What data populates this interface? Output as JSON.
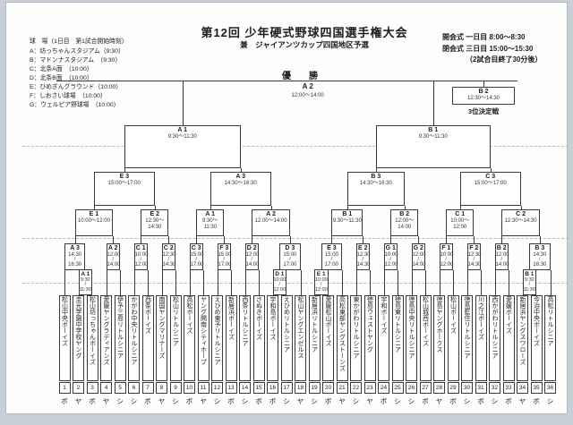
{
  "page": {
    "title": "第12回 少年硬式野球四国選手権大会",
    "subtitle": "兼　ジャイアンツカップ四国地区予選",
    "champion_label": "優　　勝"
  },
  "ceremony": {
    "lines": [
      "開会式 一日目 8:00～8:30",
      "閉会式 三日目 15:00～15:30",
      "（2試合目終了30分後）"
    ]
  },
  "venues": {
    "header": "球　場（1日目　第1試合開始時刻）",
    "items": [
      "A：坊っちゃんスタジアム（9:30）",
      "B：マドンナスタジアム　（9:30）",
      "C：北条A面　（10:00）",
      "D：北条B面　（10:00）",
      "E：ひめぎんグラウンド（10:00）",
      "F：しおさい球場　（10:00）",
      "G：ウェルピア野球場　（10:00）"
    ]
  },
  "final": {
    "label": "A 2",
    "time": "12:00～14:00"
  },
  "third_place": {
    "label": "B 2",
    "time": "12:30～14:30",
    "caption": "3位決定戦"
  },
  "day3": [
    {
      "label": "A 1",
      "time": "9:30～11:30",
      "children": [
        0,
        1
      ]
    },
    {
      "label": "B 1",
      "time": "9:30～11:30",
      "children": [
        2,
        3
      ]
    }
  ],
  "semifinals_day2": [
    {
      "label": "E 3",
      "time": "15:00～17:00",
      "children": [
        0,
        1
      ]
    },
    {
      "label": "A 3",
      "time": "14:30～16:30",
      "children": [
        2,
        3
      ]
    },
    {
      "label": "B 3",
      "time": "14:30～16:30",
      "children": [
        4,
        5
      ]
    },
    {
      "label": "C 3",
      "time": "15:00～17:00",
      "children": [
        6,
        7
      ]
    }
  ],
  "quarterfinals_day2": [
    {
      "label": "E 1",
      "time": "10:00～12:00",
      "children": [
        0,
        1
      ]
    },
    {
      "label": "E 2",
      "time": "12:30～14:30",
      "children": [
        2,
        3
      ]
    },
    {
      "label": "A 1",
      "time": "9:30～11:30",
      "children": [
        4,
        5
      ]
    },
    {
      "label": "A 2",
      "time": "12:00～14:00",
      "children": [
        6,
        7
      ]
    },
    {
      "label": "B 1",
      "time": "9:30～11:30",
      "children": [
        8,
        9
      ]
    },
    {
      "label": "B 2",
      "time": "12:00～14:00",
      "children": [
        10,
        11
      ]
    },
    {
      "label": "C 1",
      "time": "10:00～12:00",
      "children": [
        12,
        13
      ]
    },
    {
      "label": "C 2",
      "time": "12:30～14:30",
      "children": [
        14,
        15
      ]
    }
  ],
  "round1_day1": [
    {
      "label": "A 3",
      "start": "14:30",
      "end": "16:30",
      "left": {
        "team": 1
      },
      "right": {
        "prelim": 0
      }
    },
    {
      "label": "A 2",
      "start": "12:00",
      "end": "14:00",
      "left": {
        "team": 4
      },
      "right": {
        "team": 5
      }
    },
    {
      "label": "C 1",
      "start": "10:00",
      "end": "12:00",
      "left": {
        "team": 6
      },
      "right": {
        "team": 7
      }
    },
    {
      "label": "C 2",
      "start": "12:30",
      "end": "14:30",
      "left": {
        "team": 8
      },
      "right": {
        "team": 9
      }
    },
    {
      "label": "C 3",
      "start": "15:00",
      "end": "17:00",
      "left": {
        "team": 10
      },
      "right": {
        "team": 11
      }
    },
    {
      "label": "F 3",
      "start": "15:00",
      "end": "17:00",
      "left": {
        "team": 12
      },
      "right": {
        "team": 13
      }
    },
    {
      "label": "D 2",
      "start": "12:00",
      "end": "14:00",
      "left": {
        "team": 14
      },
      "right": {
        "team": 15
      }
    },
    {
      "label": "D 3",
      "start": "15:00",
      "end": "17:00",
      "left": {
        "prelim": 1
      },
      "right": {
        "team": 18
      }
    },
    {
      "label": "E 3",
      "start": "15:00",
      "end": "17:00",
      "left": {
        "prelim": 2
      },
      "right": {
        "team": 21
      }
    },
    {
      "label": "E 2",
      "start": "12:30",
      "end": "14:30",
      "left": {
        "team": 22
      },
      "right": {
        "team": 23
      }
    },
    {
      "label": "G 1",
      "start": "10:00",
      "end": "12:00",
      "left": {
        "team": 24
      },
      "right": {
        "team": 25
      }
    },
    {
      "label": "G 2",
      "start": "12:00",
      "end": "14:00",
      "left": {
        "team": 26
      },
      "right": {
        "team": 27
      }
    },
    {
      "label": "F 1",
      "start": "10:00",
      "end": "12:00",
      "left": {
        "team": 28
      },
      "right": {
        "team": 29
      }
    },
    {
      "label": "F 2",
      "start": "12:30",
      "end": "14:30",
      "left": {
        "team": 30
      },
      "right": {
        "team": 31
      }
    },
    {
      "label": "B 2",
      "start": "12:00",
      "end": "14:00",
      "left": {
        "team": 32
      },
      "right": {
        "team": 33
      }
    },
    {
      "label": "B 3",
      "start": "14:30",
      "end": "16:30",
      "left": {
        "prelim": 3
      },
      "right": {
        "team": 36
      }
    }
  ],
  "prelim_day1": [
    {
      "label": "A 1",
      "start": "9:30",
      "end": "11:30",
      "teams": [
        2,
        3
      ]
    },
    {
      "label": "D 1",
      "start": "10:00",
      "end": "12:00",
      "teams": [
        16,
        17
      ]
    },
    {
      "label": "E 1",
      "start": "10:00",
      "end": "12:00",
      "teams": [
        19,
        20
      ]
    },
    {
      "label": "B 1",
      "start": "9:30",
      "end": "11:30",
      "teams": [
        34,
        35
      ]
    }
  ],
  "teams": [
    {
      "no": "1",
      "name": "松山中央ボーイズ",
      "league": "ボ"
    },
    {
      "no": "2",
      "name": "圭光学園中学校ヤング",
      "league": "ヤ"
    },
    {
      "no": "3",
      "name": "松山坊っちゃんボーイズ",
      "league": "ボ"
    },
    {
      "no": "4",
      "name": "愛媛ヤングラディアンズ",
      "league": "ヤ"
    },
    {
      "no": "5",
      "name": "伊予三島リトルシニア",
      "league": "シ"
    },
    {
      "no": "6",
      "name": "かがわ中央リトルシニア",
      "league": "シ"
    },
    {
      "no": "7",
      "name": "西条ボーイズ",
      "league": "ボ"
    },
    {
      "no": "8",
      "name": "南国ヤングマリナーズ",
      "league": "ヤ"
    },
    {
      "no": "9",
      "name": "松山リトルシニア",
      "league": "シ"
    },
    {
      "no": "10",
      "name": "高松ボーイズ",
      "league": "ボ"
    },
    {
      "no": "11",
      "name": "ヤング開南シティホープ",
      "league": "ヤ"
    },
    {
      "no": "12",
      "name": "えひめ東予リトルシニア",
      "league": "シ"
    },
    {
      "no": "13",
      "name": "新居浜ボーイズ",
      "league": "ボ"
    },
    {
      "no": "14",
      "name": "西条リトルシニア",
      "league": "シ"
    },
    {
      "no": "15",
      "name": "さぬきボーイズ",
      "league": "ボ"
    },
    {
      "no": "16",
      "name": "宇和島ボーイズ",
      "league": "ボ"
    },
    {
      "no": "17",
      "name": "えひめリトルシニア",
      "league": "シ"
    },
    {
      "no": "18",
      "name": "松山ヤングエンゼルス",
      "league": "ヤ"
    },
    {
      "no": "19",
      "name": "新居浜リトルシニア",
      "league": "シ"
    },
    {
      "no": "20",
      "name": "愛媛松山ボーイズ",
      "league": "ボ"
    },
    {
      "no": "21",
      "name": "高松東部ヤングストーンズ",
      "league": "ヤ"
    },
    {
      "no": "22",
      "name": "東かがわリトルシニア",
      "league": "シ"
    },
    {
      "no": "23",
      "name": "徳島ウェストヤング",
      "league": "ヤ"
    },
    {
      "no": "24",
      "name": "宇和ボーイズ",
      "league": "ボ"
    },
    {
      "no": "25",
      "name": "徳島東リトルシニア",
      "league": "シ"
    },
    {
      "no": "26",
      "name": "徳島中央リトルシニア",
      "league": "シ"
    },
    {
      "no": "27",
      "name": "松山城西ボーイズ",
      "league": "ボ"
    },
    {
      "no": "28",
      "name": "徳島ヤングホークス",
      "league": "ヤ"
    },
    {
      "no": "29",
      "name": "松山ボーイズ",
      "league": "ボ"
    },
    {
      "no": "30",
      "name": "徳島藍住リトルシニア",
      "league": "シ"
    },
    {
      "no": "31",
      "name": "川之江ボーイズ",
      "league": "ボ"
    },
    {
      "no": "32",
      "name": "西かがわリトルシニア",
      "league": "シ"
    },
    {
      "no": "33",
      "name": "愛媛ボーイズ",
      "league": "ボ"
    },
    {
      "no": "34",
      "name": "新居浜ヤングスワローズ",
      "league": "ヤ"
    },
    {
      "no": "35",
      "name": "今治中央ボーイズ",
      "league": "ボ"
    },
    {
      "no": "36",
      "name": "高松リトルシニア",
      "league": "シ"
    }
  ]
}
